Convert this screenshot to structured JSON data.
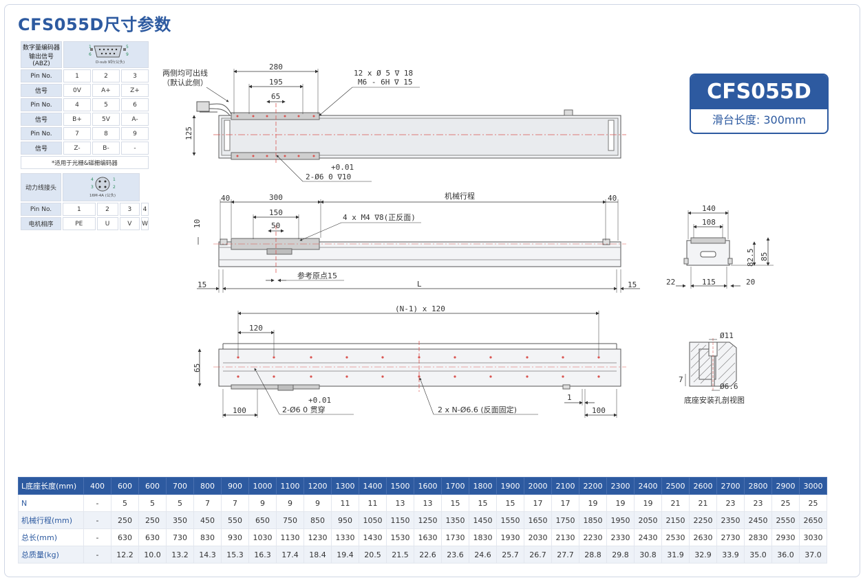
{
  "title": "CFS055D尺寸参数",
  "badge": {
    "model": "CFS055D",
    "sub": "滑台长度: 300mm"
  },
  "encoder": {
    "header": "数字量编码器\n输出信号(ABZ)",
    "header_line1": "数字量编码器",
    "header_line2": "输出信号(ABZ)",
    "connector_label": "D-sub 9针(公头)",
    "connector_pins": [
      "1",
      "5",
      "6",
      "9"
    ],
    "rows": [
      {
        "label": "Pin No.",
        "values": [
          "1",
          "2",
          "3"
        ]
      },
      {
        "label": "信号",
        "values": [
          "0V",
          "A+",
          "Z+"
        ]
      },
      {
        "label": "Pin No.",
        "values": [
          "4",
          "5",
          "6"
        ]
      },
      {
        "label": "信号",
        "values": [
          "B+",
          "5V",
          "A-"
        ]
      },
      {
        "label": "Pin No.",
        "values": [
          "7",
          "8",
          "9"
        ]
      },
      {
        "label": "信号",
        "values": [
          "Z-",
          "B-",
          "-"
        ]
      }
    ],
    "note": "*适用于光栅&磁栅编码器"
  },
  "motor": {
    "header": "动力线接头",
    "connector_label": "16M-4A (公头)",
    "connector_pins": [
      "4",
      "3",
      "1",
      "2"
    ],
    "rows": [
      {
        "label": "Pin No.",
        "values": [
          "1",
          "2",
          "3",
          "4"
        ]
      },
      {
        "label": "电机相序",
        "values": [
          "PE",
          "U",
          "V",
          "W"
        ]
      }
    ]
  },
  "drawing": {
    "top_view": {
      "cable_note1": "两侧均可出线",
      "cable_note2": "（默认此侧）",
      "d280": "280",
      "d195": "195",
      "d65": "65",
      "d125": "125",
      "holes1": "12 x Ø 5 ∇ 18",
      "holes2": "M6 - 6H ∇ 15",
      "pin_tol": "+0.01",
      "pin_spec": "2-Ø6  0   ∇10"
    },
    "side_view": {
      "d40a": "40",
      "d300": "300",
      "d150": "150",
      "d50": "50",
      "d40b": "40",
      "d10": "10",
      "stroke": "机械行程",
      "holes": "4 x M4 ∇8(正反面)",
      "origin": "参考原点15",
      "d15a": "15",
      "dL": "L",
      "d15b": "15"
    },
    "end_view": {
      "d140": "140",
      "d108": "108",
      "d82_5": "82.5",
      "d85": "85",
      "d22": "22",
      "d115": "115",
      "d20": "20"
    },
    "bottom_view": {
      "pitch": "(N-1) x 120",
      "d120": "120",
      "d65": "65",
      "pin_tol": "+0.01",
      "pin_spec": "2-Ø6  0    贯穿",
      "holes": "2 x N-Ø6.6 (反面固定)",
      "d100a": "100",
      "d1": "1",
      "d100b": "100"
    },
    "section": {
      "d11": "Ø11",
      "d6_6": "Ø6.6",
      "d7": "7",
      "caption": "底座安装孔剖视图"
    }
  },
  "spec_table": {
    "columns": [
      "400",
      "600",
      "600",
      "700",
      "800",
      "900",
      "1000",
      "1100",
      "1200",
      "1300",
      "1400",
      "1500",
      "1600",
      "1700",
      "1800",
      "1900",
      "2000",
      "2100",
      "2200",
      "2300",
      "2400",
      "2500",
      "2600",
      "2700",
      "2800",
      "2900",
      "3000"
    ],
    "header": "L底座长度(mm)",
    "rows": [
      {
        "label": "N",
        "values": [
          "-",
          "5",
          "5",
          "5",
          "7",
          "7",
          "9",
          "9",
          "9",
          "11",
          "11",
          "13",
          "13",
          "15",
          "15",
          "15",
          "17",
          "17",
          "19",
          "19",
          "19",
          "21",
          "21",
          "23",
          "23",
          "25",
          "25"
        ]
      },
      {
        "label": "机械行程(mm)",
        "values": [
          "-",
          "250",
          "250",
          "350",
          "450",
          "550",
          "650",
          "750",
          "850",
          "950",
          "1050",
          "1150",
          "1250",
          "1350",
          "1450",
          "1550",
          "1650",
          "1750",
          "1850",
          "1950",
          "2050",
          "2150",
          "2250",
          "2350",
          "2450",
          "2550",
          "2650"
        ]
      },
      {
        "label": "总长(mm)",
        "values": [
          "-",
          "630",
          "630",
          "730",
          "830",
          "930",
          "1030",
          "1130",
          "1230",
          "1330",
          "1430",
          "1530",
          "1630",
          "1730",
          "1830",
          "1930",
          "2030",
          "2130",
          "2230",
          "2330",
          "2430",
          "2530",
          "2630",
          "2730",
          "2830",
          "2930",
          "3030"
        ]
      },
      {
        "label": "总质量(kg)",
        "values": [
          "-",
          "12.2",
          "10.0",
          "13.2",
          "14.3",
          "15.3",
          "16.3",
          "17.4",
          "18.4",
          "19.4",
          "20.5",
          "21.5",
          "22.6",
          "23.6",
          "24.6",
          "25.7",
          "26.7",
          "27.7",
          "28.8",
          "29.8",
          "30.8",
          "31.9",
          "32.9",
          "33.9",
          "35.0",
          "36.0",
          "37.0"
        ]
      }
    ]
  },
  "colors": {
    "brand": "#2d5aa0",
    "light": "#dde6f3",
    "centerline": "#d9534f"
  }
}
